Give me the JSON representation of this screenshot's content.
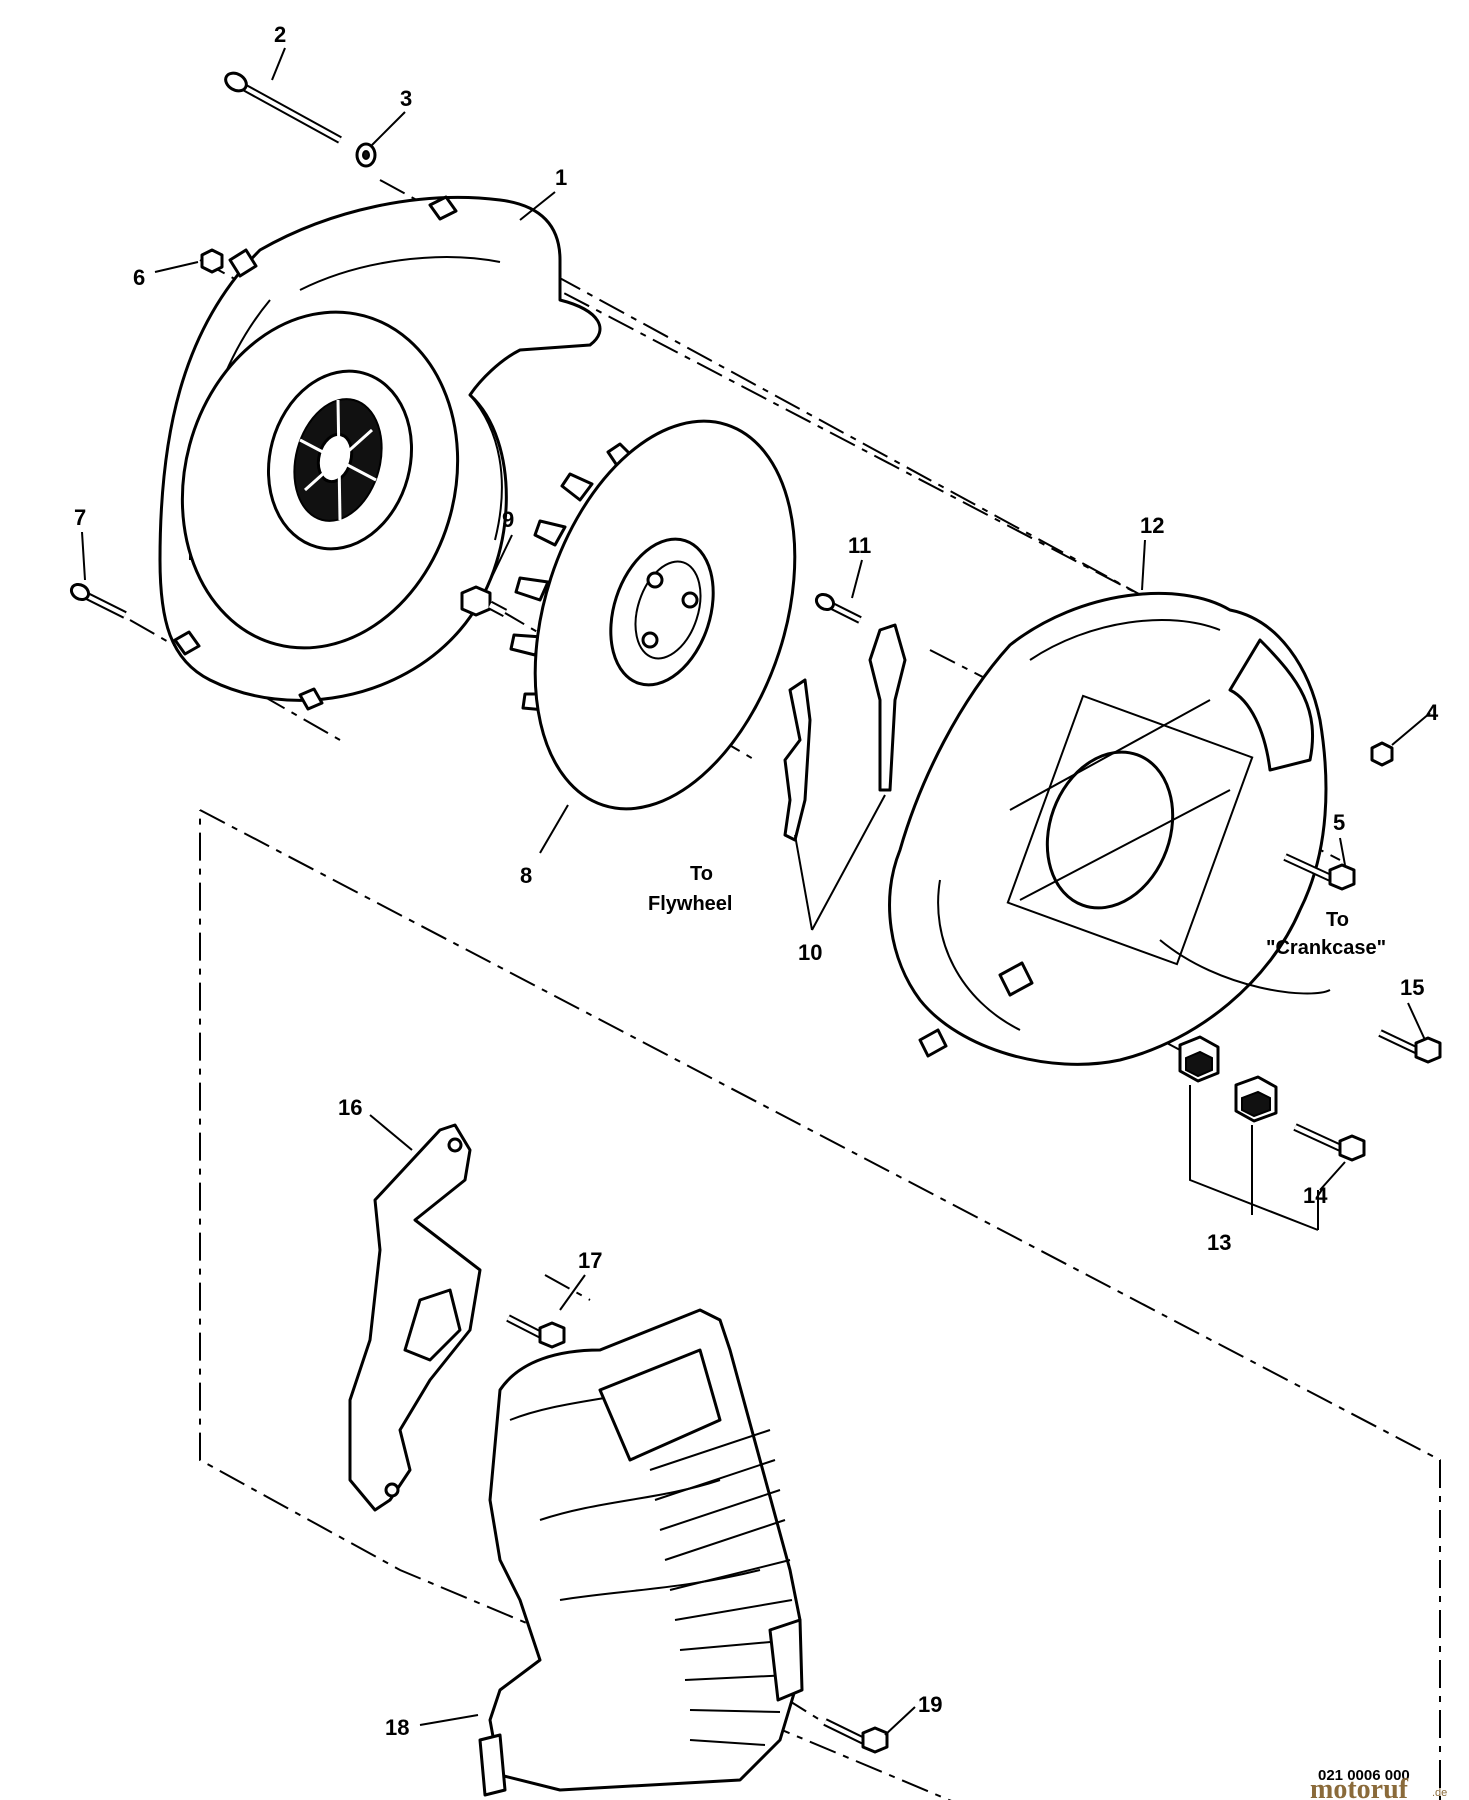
{
  "callouts": {
    "c1": "1",
    "c2": "2",
    "c3": "3",
    "c4": "4",
    "c5": "5",
    "c6": "6",
    "c7": "7",
    "c8": "8",
    "c9": "9",
    "c10": "10",
    "c11": "11",
    "c12": "12",
    "c13": "13",
    "c14": "14",
    "c15": "15",
    "c16": "16",
    "c17": "17",
    "c18": "18",
    "c19": "19"
  },
  "notes": {
    "to_flywheel_line1": "To",
    "to_flywheel_line2": "Flywheel",
    "to_crankcase_line1": "To",
    "to_crankcase_line2": "\"Crankcase\""
  },
  "document_number": "021 0006 000",
  "watermark": {
    "brand": "motoruf",
    "suffix": ".de",
    "color": "#8a6a3a"
  }
}
